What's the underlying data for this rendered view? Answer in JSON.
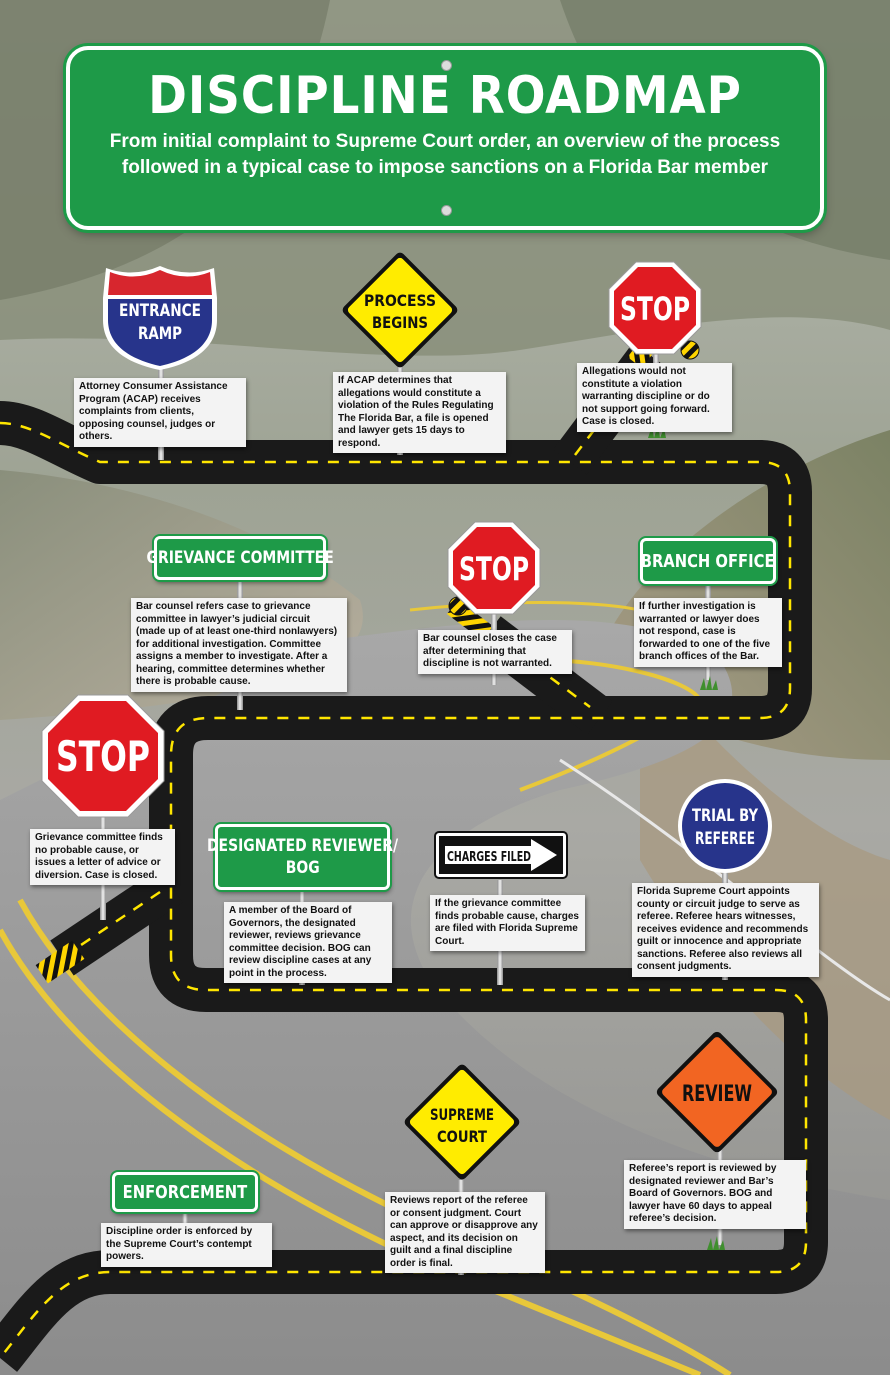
{
  "header": {
    "title": "DISCIPLINE ROADMAP",
    "subtitle_line1": "From initial complaint to Supreme Court order, an overview of the process",
    "subtitle_line2": "followed in a typical case to impose sanctions on a Florida Bar member"
  },
  "signs": {
    "entrance_line1": "ENTRANCE",
    "entrance_line2": "RAMP",
    "process_line1": "PROCESS",
    "process_line2": "BEGINS",
    "stop": "STOP",
    "grievance": "GRIEVANCE COMMITTEE",
    "branch": "BRANCH OFFICE",
    "designated_line1": "DESIGNATED REVIEWER/",
    "designated_line2": "BOG",
    "charges": "CHARGES FILED",
    "trial_line1": "TRIAL BY",
    "trial_line2": "REFEREE",
    "review": "REVIEW",
    "supreme_line1": "SUPREME",
    "supreme_line2": "COURT",
    "enforcement": "ENFORCEMENT"
  },
  "steps": {
    "entrance": "Attorney Consumer Assistance Program (ACAP) receives complaints from clients, opposing counsel, judges or others.",
    "process": "If ACAP determines that allegations would constitute a violation of the Rules Regulating The Florida Bar, a file is opened and lawyer gets 15 days to respond.",
    "stop1": "Allegations would not constitute a violation warranting discipline or do not support going forward. Case is closed.",
    "grievance": "Bar counsel refers case to grievance committee in lawyer’s judicial circuit (made up of at least one-third nonlawyers) for additional investigation. Committee assigns a member to investigate. After a hearing, committee determines whether there is probable cause.",
    "stop2": "Bar counsel closes the case after determining that discipline is not warranted.",
    "branch": "If further investigation is warranted or lawyer does not respond, case is forwarded to one of the five branch offices of the Bar.",
    "stop3": "Grievance committee finds no probable cause, or issues a letter of advice or diversion. Case is closed.",
    "designated": "A member of the Board of Governors, the designated reviewer, reviews grievance committee decision. BOG can review discipline cases at any point in the process.",
    "charges": "If the grievance committee finds probable cause, charges are filed with Florida Supreme Court.",
    "trial": "Florida Supreme Court appoints county or circuit judge to serve as referee. Referee hears witnesses, receives evidence and recommends guilt or innocence and appropriate sanctions. Referee also reviews all consent judgments.",
    "review": "Referee’s report is reviewed by designated reviewer and Bar’s Board of Governors. BOG and lawyer have 60 days to appeal referee’s decision.",
    "supreme": "Reviews report of the referee or consent judgment. Court can approve or disapprove any aspect, and its decision on guilt and a final discipline order is final.",
    "enforcement": "Discipline order is enforced by the Supreme Court’s contempt powers."
  },
  "colors": {
    "sign_green": "#1e9a48",
    "stop_red": "#e01b22",
    "warning_yellow": "#ffec00",
    "review_orange": "#f26522",
    "interstate_blue": "#27348b",
    "interstate_red": "#d7262e",
    "road_black": "#1a1a1a",
    "lane_yellow": "#ffe600"
  }
}
